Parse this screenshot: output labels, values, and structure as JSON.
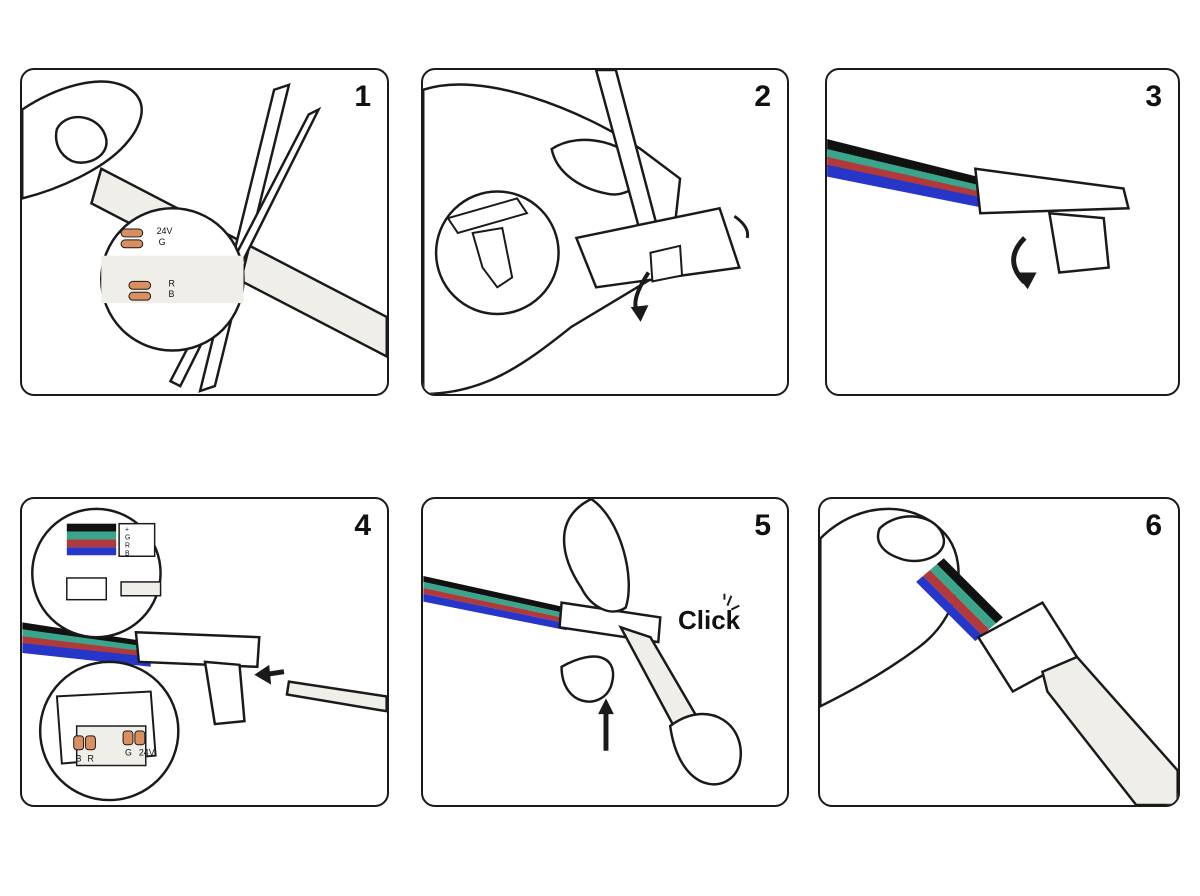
{
  "steps": [
    {
      "number": "1"
    },
    {
      "number": "2"
    },
    {
      "number": "3"
    },
    {
      "number": "4"
    },
    {
      "number": "5"
    },
    {
      "number": "6"
    }
  ],
  "panel1": {
    "pad_top_labels": [
      "24V",
      "G"
    ],
    "pad_bottom_labels": [
      "R",
      "B"
    ]
  },
  "panel4": {
    "wire_legend": [
      "+",
      "G",
      "R",
      "B"
    ],
    "connector_labels": [
      "B",
      "R",
      "24V",
      "G"
    ]
  },
  "panel5": {
    "click_text": "Click"
  },
  "colors": {
    "outline": "#1a1a1a",
    "wire_black": "#111111",
    "wire_green": "#3aa58c",
    "wire_red": "#b03a3a",
    "wire_blue": "#2536c8",
    "copper_pad": "#d98f5f",
    "strip": "#efeee9"
  }
}
